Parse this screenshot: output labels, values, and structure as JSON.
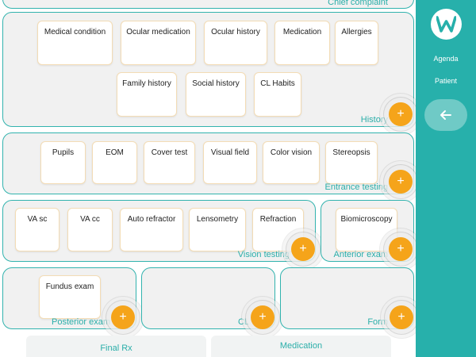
{
  "sections": {
    "chief_complaint": {
      "label": "Chief complaint"
    },
    "history": {
      "label": "History",
      "items": [
        "Medical condition",
        "Ocular medication",
        "Ocular history",
        "Medication",
        "Allergies",
        "Family history",
        "Social history",
        "CL Habits"
      ]
    },
    "entrance_testing": {
      "label": "Entrance testing",
      "items": [
        "Pupils",
        "EOM",
        "Cover test",
        "Visual field",
        "Color vision",
        "Stereopsis"
      ]
    },
    "vision_testing": {
      "label": "Vision testing",
      "items": [
        "VA sc",
        "VA cc",
        "Auto refractor",
        "Lensometry",
        "Refraction"
      ]
    },
    "anterior_exam": {
      "label": "Anterior exam",
      "items": [
        "Biomicroscopy"
      ]
    },
    "posterior_exam": {
      "label": "Posterior exam",
      "items": [
        "Fundus exam"
      ]
    },
    "cl": {
      "label": "CL"
    },
    "form": {
      "label": "Form"
    }
  },
  "bottom_tabs": [
    "Final Rx",
    "Medication"
  ],
  "sidebar": {
    "agenda_label": "Agenda",
    "patient_label": "Patient",
    "logo_icon": "w-logo-icon",
    "back_icon": "arrow-left-icon"
  },
  "add_button_symbol": "+",
  "colors": {
    "accent": "#27b0ab",
    "add_button": "#f5a41a"
  }
}
